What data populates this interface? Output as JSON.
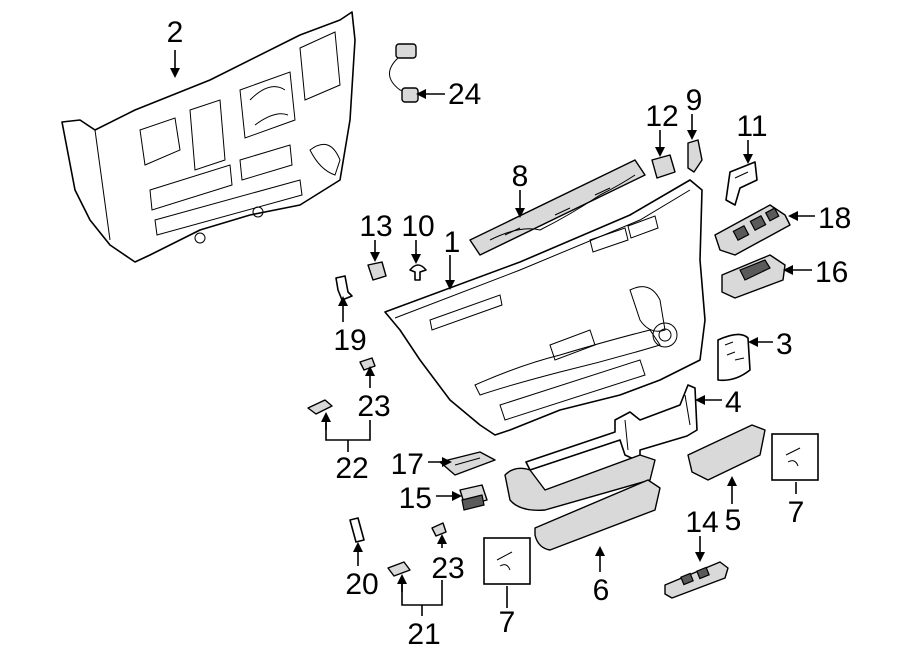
{
  "callouts": {
    "c1": "1",
    "c2": "2",
    "c3": "3",
    "c4": "4",
    "c5": "5",
    "c6": "6",
    "c7a": "7",
    "c7b": "7",
    "c8": "8",
    "c9": "9",
    "c10": "10",
    "c11": "11",
    "c12": "12",
    "c13": "13",
    "c14": "14",
    "c15": "15",
    "c16": "16",
    "c17": "17",
    "c18": "18",
    "c19": "19",
    "c20": "20",
    "c21": "21",
    "c22": "22",
    "c23a": "23",
    "c23b": "23",
    "c24": "24"
  }
}
